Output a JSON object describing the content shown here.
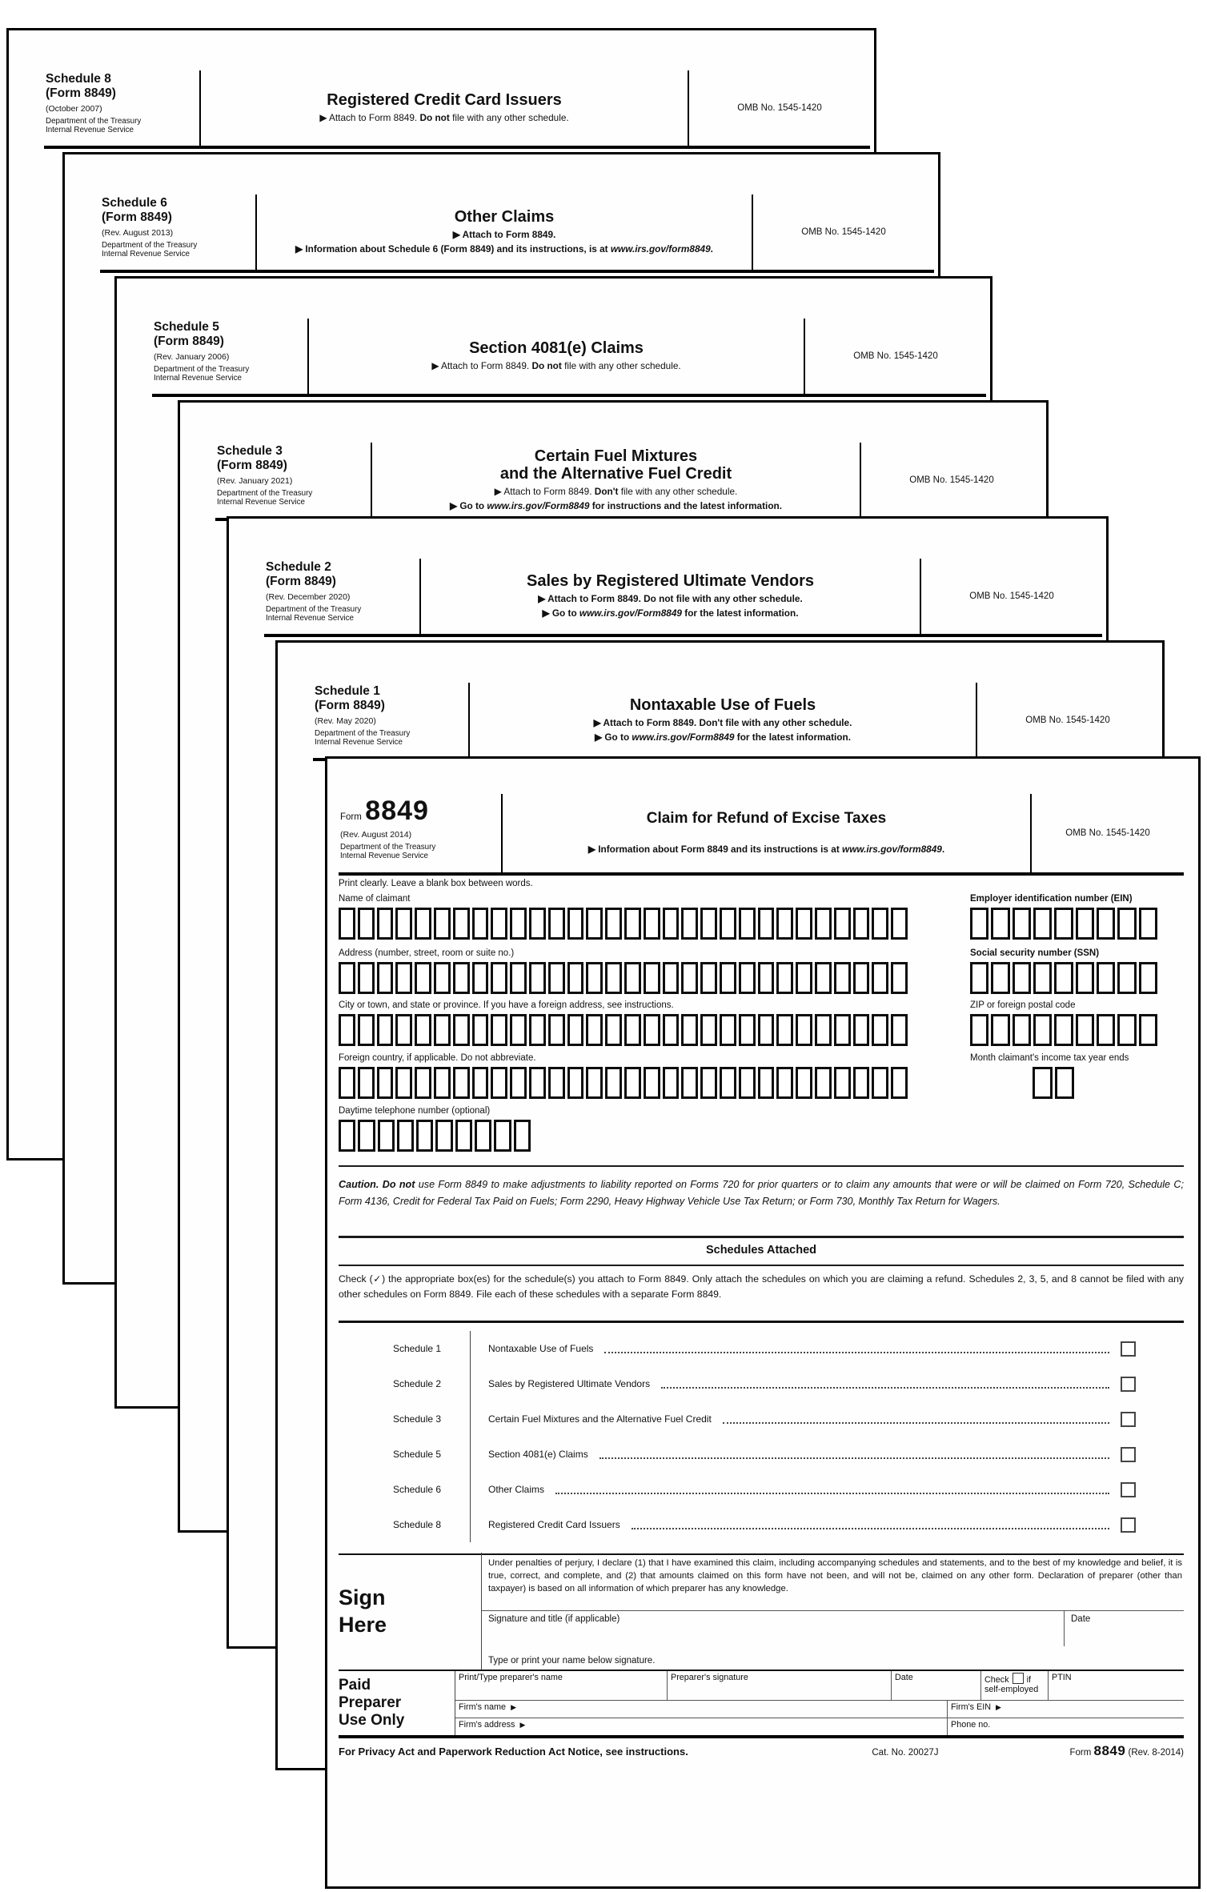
{
  "omb": "OMB No. 1545-1420",
  "schedules": [
    {
      "line1": "Schedule 8",
      "line2": "(Form 8849)",
      "rev": "(October 2007)",
      "dept1": "Department of the Treasury",
      "dept2": "Internal Revenue Service",
      "title1": "Registered Credit Card Issuers",
      "title2": "",
      "b1pre": "▶ Attach to Form 8849. ",
      "b1bold": "Do not",
      "b1post": " file with any other schedule.",
      "b2pre": "",
      "b2url": "",
      "b2post": ""
    },
    {
      "line1": "Schedule 6",
      "line2": "(Form 8849)",
      "rev": "(Rev. August 2013)",
      "dept1": "Department of the Treasury",
      "dept2": "Internal Revenue Service",
      "title1": "Other Claims",
      "title2": "",
      "b1pre": "",
      "b1bold": "▶ Attach to Form 8849.",
      "b1post": "",
      "b2pre": "▶ Information about Schedule 6 (Form 8849) and its instructions, is at ",
      "b2url": "www.irs.gov/form8849",
      "b2post": "."
    },
    {
      "line1": "Schedule 5",
      "line2": "(Form 8849)",
      "rev": "(Rev. January 2006)",
      "dept1": "Department of the Treasury",
      "dept2": "Internal Revenue Service",
      "title1": "Section 4081(e) Claims",
      "title2": "",
      "b1pre": "▶ Attach to Form 8849. ",
      "b1bold": "Do not",
      "b1post": " file with any other schedule.",
      "b2pre": "",
      "b2url": "",
      "b2post": ""
    },
    {
      "line1": "Schedule 3",
      "line2": "(Form 8849)",
      "rev": "(Rev. January 2021)",
      "dept1": "Department of the Treasury",
      "dept2": "Internal Revenue Service",
      "title1": "Certain Fuel Mixtures",
      "title2": "and the Alternative Fuel Credit",
      "b1pre": "▶ Attach to Form 8849. ",
      "b1bold": "Don't",
      "b1post": " file with any other schedule.",
      "b2pre": "▶ Go to ",
      "b2url": "www.irs.gov/Form8849",
      "b2post": " for instructions and the latest information."
    },
    {
      "line1": "Schedule 2",
      "line2": "(Form 8849)",
      "rev": "(Rev. December 2020)",
      "dept1": "Department of the Treasury",
      "dept2": "Internal Revenue Service",
      "title1": "Sales by Registered Ultimate Vendors",
      "title2": "",
      "b1pre": "",
      "b1bold": "▶ Attach to Form 8849. Do not file with any other schedule.",
      "b1post": "",
      "b2pre": "▶ Go to ",
      "b2url": "www.irs.gov/Form8849",
      "b2post": " for the latest information."
    },
    {
      "line1": "Schedule 1",
      "line2": "(Form 8849)",
      "rev": "(Rev. May 2020)",
      "dept1": "Department of the Treasury",
      "dept2": "Internal Revenue Service",
      "title1": "Nontaxable Use of Fuels",
      "title2": "",
      "b1pre": "",
      "b1bold": "▶ Attach to Form 8849. Don't file with any other schedule.",
      "b1post": "",
      "b2pre": "▶ Go to ",
      "b2url": "www.irs.gov/Form8849",
      "b2post": " for the latest information."
    }
  ],
  "form": {
    "form_word": "Form",
    "number": "8849",
    "rev": "(Rev. August 2014)",
    "dept1": "Department of the Treasury",
    "dept2": "Internal Revenue Service",
    "title": "Claim for Refund of Excise Taxes",
    "info_pre": "▶ Information about Form 8849 and its instructions is at ",
    "info_url": "www.irs.gov/form8849",
    "info_post": ".",
    "print_clearly": "Print clearly. Leave a blank box between words.",
    "fields": {
      "name": "Name of claimant",
      "ein": "Employer identification number (EIN)",
      "address": "Address (number, street, room or suite no.)",
      "ssn": "Social security number (SSN)",
      "city": "City or town, and state or province. If you have a foreign address, see instructions.",
      "zip": "ZIP or foreign postal code",
      "foreign": "Foreign country, if applicable. Do not abbreviate.",
      "month": "Month claimant's income tax year ends",
      "phone": "Daytime telephone number (optional)"
    },
    "grids": {
      "name": 30,
      "address": 30,
      "city": 30,
      "foreign": 30,
      "phone": 10,
      "ein": 9,
      "ssn": 9,
      "zip": 9,
      "month": 2
    },
    "caution_b1": "Caution. ",
    "caution_b2": "Do not",
    "caution_rest": " use Form 8849 to make adjustments to liability reported on Forms 720 for prior quarters or to claim any amounts that were or will be claimed on Form 720, Schedule C; Form 4136, Credit for Federal Tax Paid on Fuels; Form 2290, Heavy Highway Vehicle Use Tax Return; or Form 730, Monthly Tax Return for Wagers.",
    "attached_title": "Schedules Attached",
    "attached_intro": "Check (✓) the appropriate box(es) for the schedule(s) you attach to Form 8849. Only attach the schedules on which you are claiming a refund. Schedules 2, 3, 5, and 8 cannot be filed with any other schedules on Form 8849. File each of these schedules with a separate Form 8849.",
    "checklist": [
      {
        "label": "Schedule 1",
        "desc": "Nontaxable Use of Fuels"
      },
      {
        "label": "Schedule 2",
        "desc": "Sales by Registered Ultimate Vendors"
      },
      {
        "label": "Schedule 3",
        "desc": "Certain Fuel Mixtures and the Alternative Fuel Credit"
      },
      {
        "label": "Schedule 5",
        "desc": "Section 4081(e) Claims"
      },
      {
        "label": "Schedule 6",
        "desc": "Other Claims"
      },
      {
        "label": "Schedule 8",
        "desc": "Registered Credit Card Issuers"
      }
    ],
    "sign": {
      "label1": "Sign",
      "label2": "Here",
      "declaration": "Under penalties of perjury, I declare (1) that I have examined this claim, including accompanying schedules and statements, and to the best of my knowledge and belief, it is true, correct, and complete, and (2) that amounts claimed on this form have not been, and will not be, claimed on any other form. Declaration of preparer (other than taxpayer) is based on all information of which preparer has any knowledge.",
      "sig_label": "Signature and title (if applicable)",
      "date_label": "Date",
      "type_label": "Type or print your name below signature."
    },
    "preparer": {
      "label1": "Paid",
      "label2": "Preparer",
      "label3": "Use Only",
      "name": "Print/Type preparer's name",
      "signature": "Preparer's signature",
      "date": "Date",
      "check_pre": "Check",
      "check_post": "if",
      "check_line2": "self-employed",
      "ptin": "PTIN",
      "firm_name": "Firm's name",
      "firm_ein": "Firm's EIN",
      "firm_address": "Firm's address",
      "phone": "Phone no.",
      "arrow": "▶"
    },
    "footer": {
      "privacy": "For Privacy Act and Paperwork Reduction Act Notice, see instructions.",
      "cat": "Cat. No. 20027J",
      "form_word": "Form",
      "number": "8849",
      "rev": "(Rev. 8-2014)"
    }
  }
}
